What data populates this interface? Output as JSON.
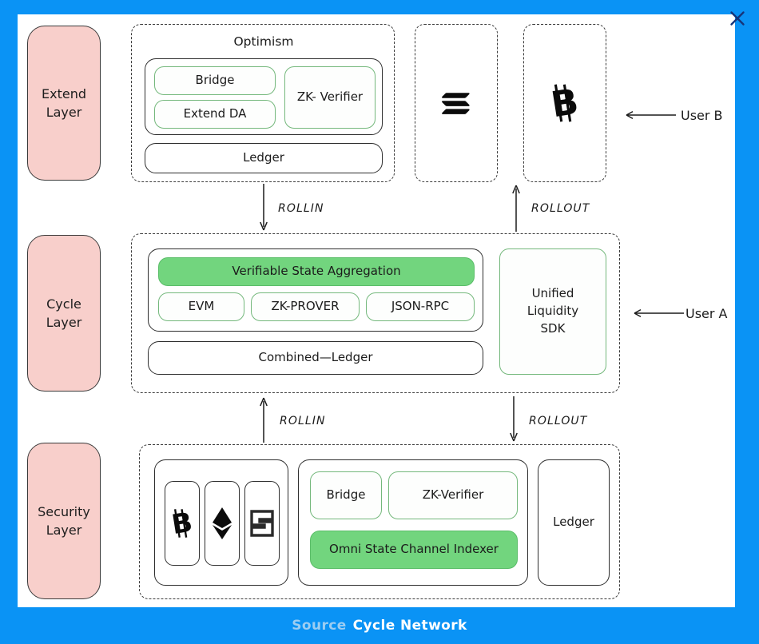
{
  "window": {
    "close_icon": "close-icon",
    "accent_blue": "#0a93f5",
    "pink": "#f8cfcb",
    "green_fill": "#72d57e",
    "green_outline": "#74b87c"
  },
  "footer": {
    "source_label": "Source",
    "brand_label": "Cycle Network"
  },
  "layers": [
    {
      "name": "extend",
      "label": "Extend\nLayer",
      "line1": "Extend",
      "line2": "Layer"
    },
    {
      "name": "cycle",
      "label": "Cycle\nLayer",
      "line1": "Cycle",
      "line2": "Layer"
    },
    {
      "name": "security",
      "label": "Security\nLayer",
      "line1": "Security",
      "line2": "Layer"
    }
  ],
  "extend_layer": {
    "optimism": {
      "title": "Optimism",
      "modules": [
        {
          "label": "Bridge",
          "style": "green-outline"
        },
        {
          "label": "Extend DA",
          "style": "green-outline"
        },
        {
          "label": "ZK- Verifier",
          "style": "green-outline"
        }
      ],
      "ledger": {
        "label": "Ledger",
        "style": "solid"
      }
    },
    "chains": [
      {
        "name": "solana-chain",
        "icon": "solana-icon"
      },
      {
        "name": "bitcoin-chain",
        "icon": "bitcoin-icon"
      }
    ],
    "user": {
      "label": "User B",
      "arrow": "arrow-left"
    }
  },
  "cycle_layer": {
    "aggregation": {
      "label": "Verifiable State Aggregation",
      "style": "green-fill"
    },
    "components": [
      {
        "label": "EVM",
        "style": "green-outline"
      },
      {
        "label": "ZK-PROVER",
        "style": "green-outline"
      },
      {
        "label": "JSON-RPC",
        "style": "green-outline"
      }
    ],
    "combined_ledger": {
      "label": "Combined—Ledger",
      "style": "solid"
    },
    "sdk": {
      "line1": "Unified",
      "line2": "Liquidity",
      "line3": "SDK",
      "style": "green-outline"
    },
    "user": {
      "label": "User A",
      "arrow": "arrow-left"
    }
  },
  "security_layer": {
    "chains": [
      {
        "name": "bitcoin-chain",
        "icon": "bitcoin-icon"
      },
      {
        "name": "ethereum-chain",
        "icon": "ethereum-icon"
      },
      {
        "name": "sui-chain",
        "icon": "sui-icon"
      }
    ],
    "modules": [
      {
        "label": "Bridge",
        "style": "green-outline"
      },
      {
        "label": "ZK-Verifier",
        "style": "green-outline"
      },
      {
        "label": "Omni State Channel Indexer",
        "style": "green-fill"
      }
    ],
    "ledger": {
      "label": "Ledger",
      "style": "solid"
    }
  },
  "flows": {
    "top_rollin": {
      "label": "ROLLIN",
      "direction": "down"
    },
    "top_rollout": {
      "label": "ROLLOUT",
      "direction": "up"
    },
    "bottom_rollin": {
      "label": "ROLLIN",
      "direction": "up"
    },
    "bottom_rollout": {
      "label": "ROLLOUT",
      "direction": "down"
    }
  }
}
